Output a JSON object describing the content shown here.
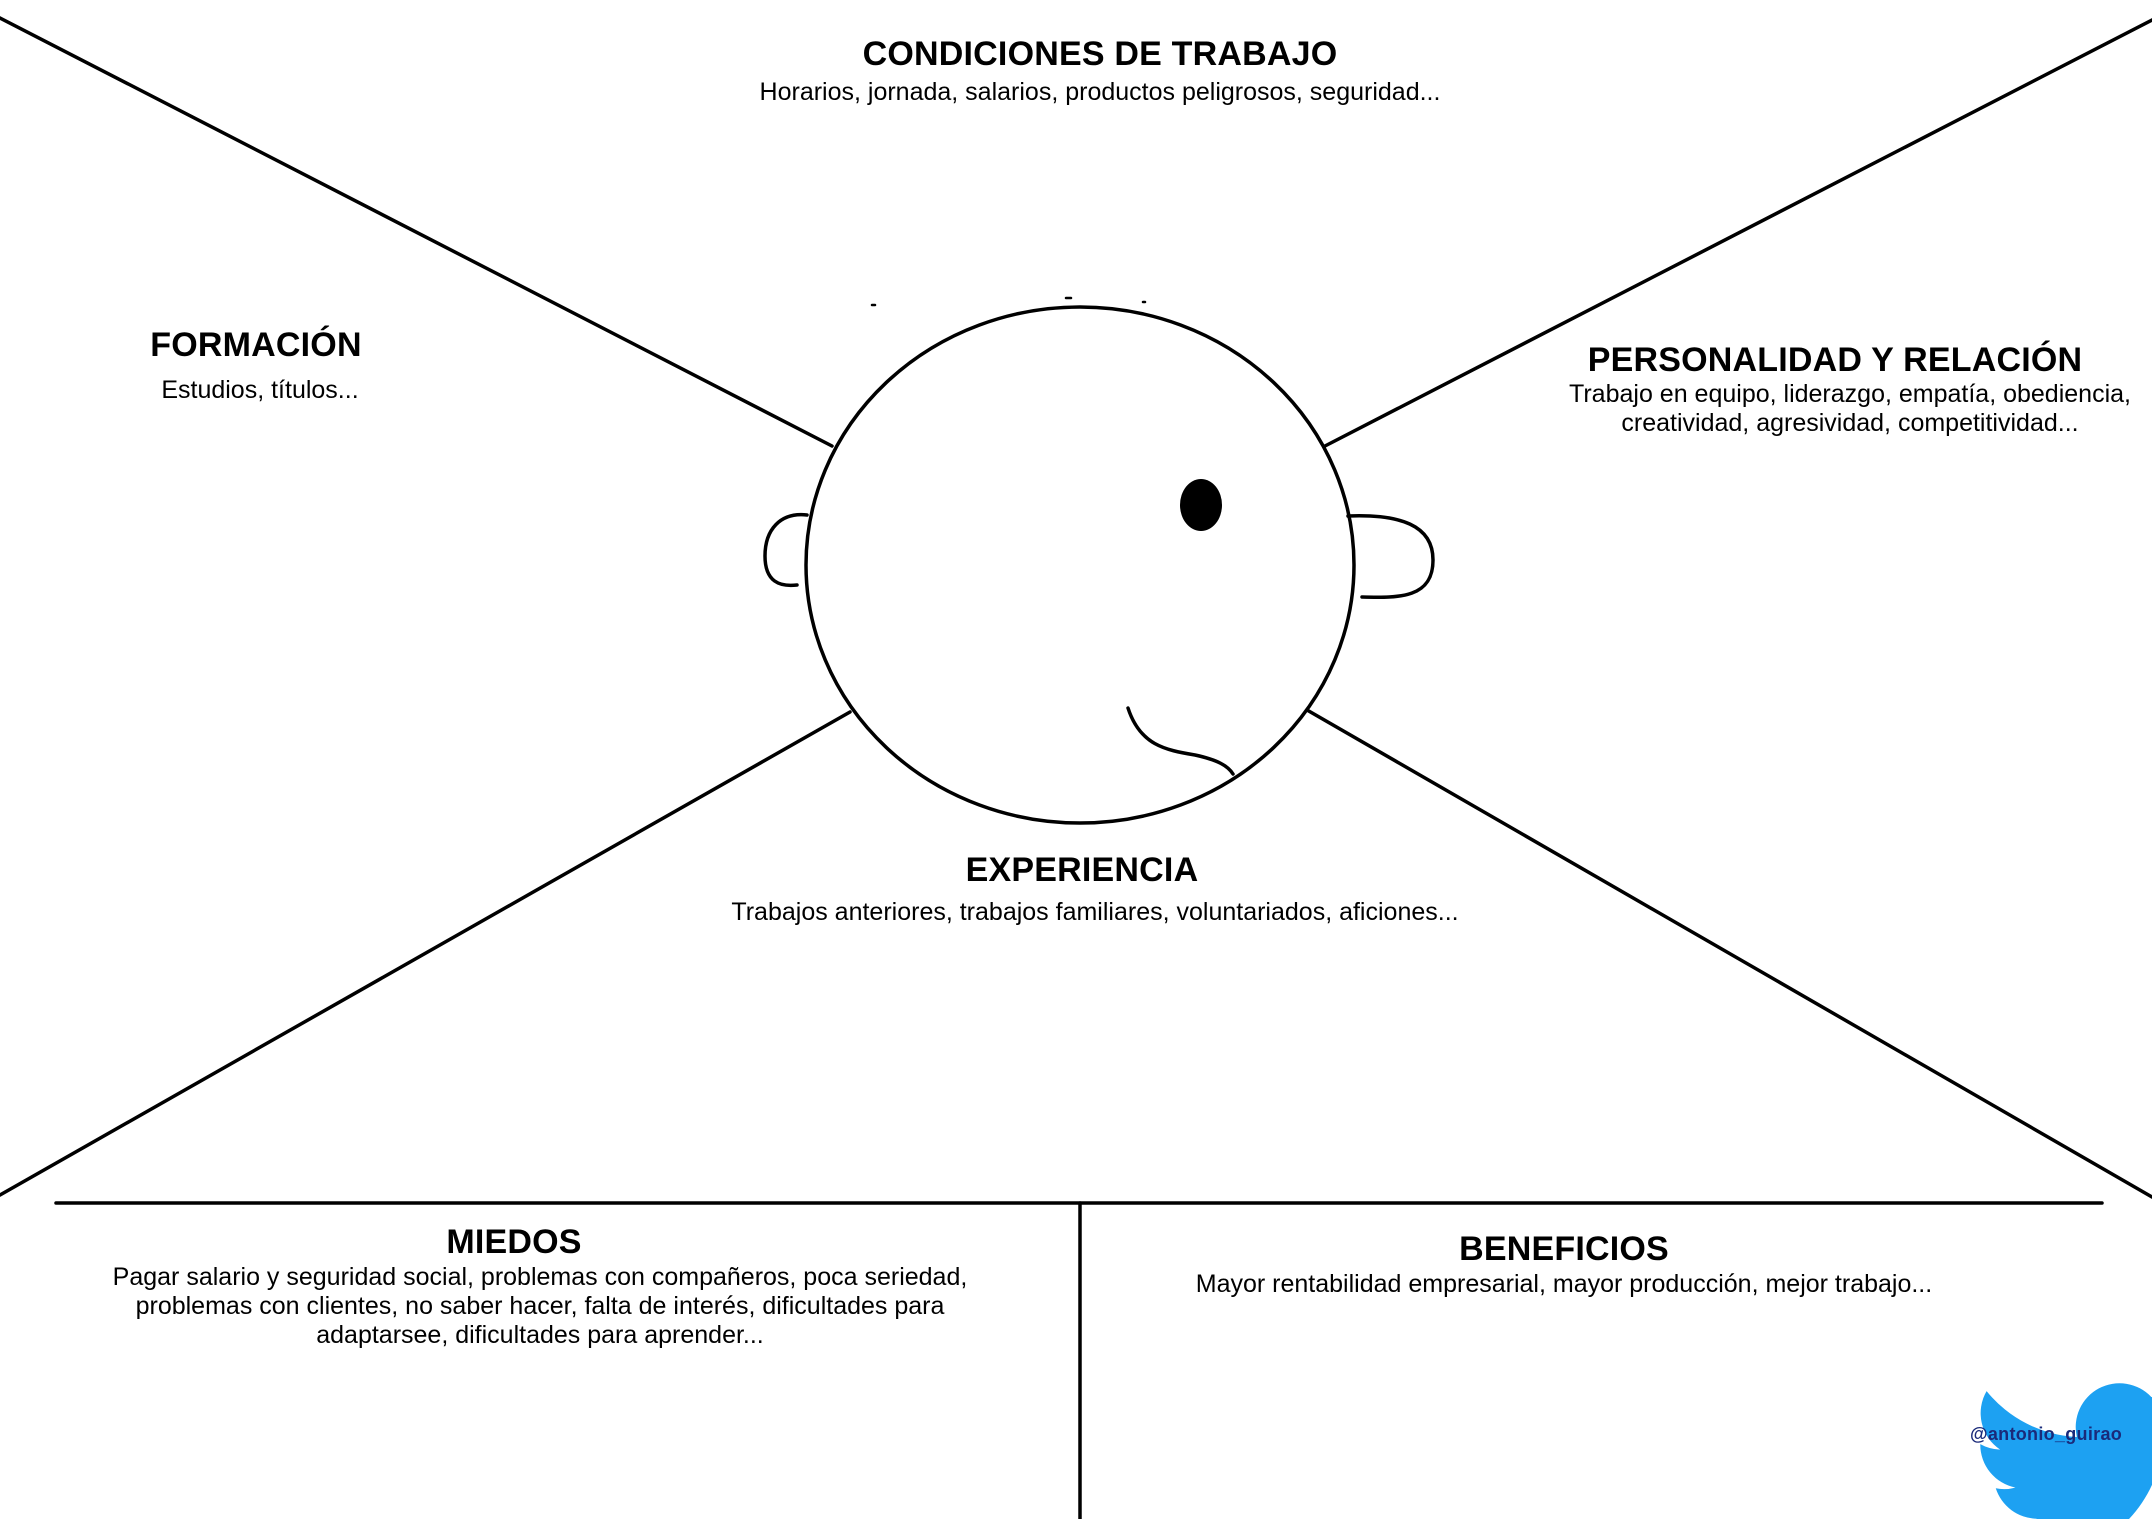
{
  "sections": {
    "condiciones": {
      "title": "CONDICIONES DE TRABAJO",
      "subtitle": "Horarios, jornada, salarios, productos peligrosos, seguridad..."
    },
    "formacion": {
      "title": "FORMACIÓN",
      "subtitle": "Estudios, títulos..."
    },
    "personalidad": {
      "title": "PERSONALIDAD Y RELACIÓN",
      "subtitle_line1": "Trabajo en equipo, liderazgo, empatía, obediencia,",
      "subtitle_line2": "creatividad, agresividad, competitividad..."
    },
    "experiencia": {
      "title": "EXPERIENCIA",
      "subtitle": "Trabajos anteriores, trabajos familiares, voluntariados, aficiones..."
    },
    "miedos": {
      "title": "MIEDOS",
      "subtitle_line1": "Pagar salario y seguridad social, problemas con compañeros, poca seriedad,",
      "subtitle_line2": "problemas con clientes, no saber hacer, falta de interés, dificultades para",
      "subtitle_line3": "adaptarsee, dificultades para aprender..."
    },
    "beneficios": {
      "title": "BENEFICIOS",
      "subtitle": "Mayor rentabilidad empresarial, mayor producción, mejor trabajo..."
    }
  },
  "watermark": {
    "handle": "@antonio_guirao",
    "icon": "twitter-bird-icon",
    "color": "#1da1f2"
  }
}
